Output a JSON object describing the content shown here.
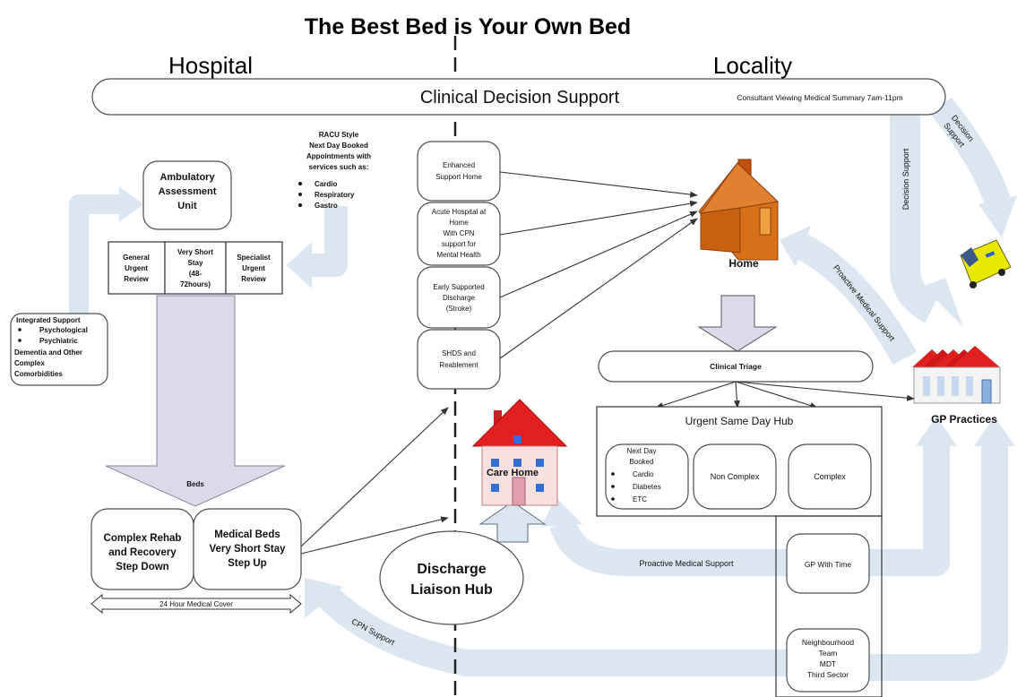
{
  "title": "The Best Bed is Your Own Bed",
  "hospital_heading": "Hospital",
  "locality_heading": "Locality",
  "clinical_decision_support": "Clinical Decision Support",
  "consultant_viewing": "Consultant Viewing Medical Summary 7am-11pm",
  "racu": {
    "lines": [
      "RACU Style",
      "Next Day Booked",
      "Appointments with",
      "services such as:"
    ],
    "bullets": [
      "Cardio",
      "Respiratory",
      "Gastro"
    ]
  },
  "ambulatory_unit": [
    "Ambulatory",
    "Assessment",
    "Unit"
  ],
  "general_urgent_review": [
    "General",
    "Urgent",
    "Review"
  ],
  "very_short_stay": [
    "Very Short",
    "Stay",
    "(48-",
    "72hours)"
  ],
  "specialist_urgent_review": [
    "Specialist",
    "Urgent",
    "Review"
  ],
  "integrated_support": {
    "heading": "Integrated Support",
    "bullets": [
      "Psychological",
      "Psychiatric"
    ],
    "tail": [
      "Dementia and Other",
      "Complex",
      "Comorbidities"
    ]
  },
  "beds_label": "Beds",
  "complex_rehab": [
    "Complex Rehab",
    "and Recovery",
    "Step Down"
  ],
  "medical_beds": [
    "Medical Beds",
    "Very Short Stay",
    "Step Up"
  ],
  "medical_cover": "24 Hour Medical Cover",
  "enhanced_support_home": [
    "Enhanced",
    "Support Home"
  ],
  "acute_hospital_home": [
    "Acute Hospital at",
    "Home",
    "With CPN",
    "support for",
    "Mental Health"
  ],
  "early_supported_discharge": [
    "Early Supported",
    "Discharge",
    "(Stroke)"
  ],
  "shds_reablement": [
    "SHDS and",
    "Reablement"
  ],
  "home_label": "Home",
  "care_home_label": "Care Home",
  "discharge_liaison_hub": [
    "Discharge",
    "Liaison Hub"
  ],
  "clinical_triage": "Clinical Triage",
  "urgent_same_day_hub": "Urgent Same Day Hub",
  "next_day_booked": {
    "lines": [
      "Next Day",
      "Booked"
    ],
    "bullets": [
      "Cardio",
      "Diabetes",
      "ETC"
    ]
  },
  "non_complex": "Non Complex",
  "complex": "Complex",
  "gp_practices": "GP Practices",
  "gp_with_time": "GP With Time",
  "neighbourhood_team": [
    "Neighbourhood",
    "Team",
    "MDT",
    "Third Sector"
  ],
  "decision_support_vertical": "Decision Support",
  "decision_support_diag": [
    "Decision",
    "Support"
  ],
  "proactive_medical_support_upper": "Proactive Medical Support",
  "proactive_medical_support_lower": "Proactive Medical Support",
  "cpn_support": "CPN Support",
  "colors": {
    "flow_band": "#dce6f1",
    "beds_arrow": "#ddd8ea",
    "home_body": "#d8701a",
    "care_home_roof": "#e02020",
    "gp_roof": "#e02020",
    "ambulance": "#e8e800"
  }
}
